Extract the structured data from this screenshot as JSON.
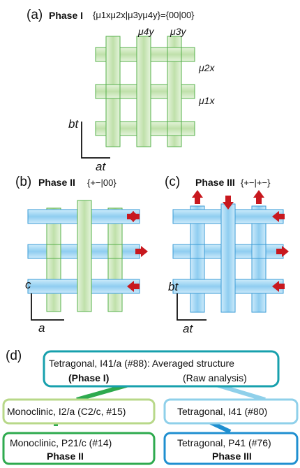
{
  "panel_a": {
    "label": "(a)",
    "phase": "Phase I",
    "order_text": "{μ1xμ2x|μ3yμ4y}={00|00}",
    "mu4y": "μ4y",
    "mu3y": "μ3y",
    "mu2x": "μ2x",
    "mu1x": "μ1x",
    "axis_v": "bt",
    "axis_h": "at"
  },
  "panel_b": {
    "label": "(b)",
    "phase": "Phase II",
    "order_text": "{+−|00}",
    "axis_v": "c",
    "axis_h": "a"
  },
  "panel_c": {
    "label": "(c)",
    "phase": "Phase III",
    "order_text": "{+−|+−}",
    "axis_v": "bt",
    "axis_h": "at"
  },
  "panel_d": {
    "label": "(d)",
    "top_line1": "Tetragonal, I41/a (#88): Averaged structure",
    "top_line2_left": "(Phase I)",
    "top_line2_right": "(Raw analysis)",
    "mono_i2a": "Monoclinic, I2/a (C2/c, #15)",
    "tetra_i41": "Tetragonal, I41 (#80)",
    "mono_p21c_line1": "Monoclinic, P21/c (#14)",
    "mono_p21c_line2": "Phase II",
    "tetra_p41_line1": "Tetragonal, P41 (#76)",
    "tetra_p41_line2": "Phase III"
  },
  "colors": {
    "green_fill": "#cfe8c0",
    "green_stroke": "#55b04a",
    "blue_fill": "#a9d8f3",
    "blue_stroke": "#3a9bd5",
    "arrow_red": "#c8181e",
    "box_teal": "#17a0ad",
    "box_green": "#2eaa4e",
    "box_lightgreen": "#b8d889",
    "box_blue": "#1f8fd0",
    "box_lightblue": "#8fd0ea"
  }
}
